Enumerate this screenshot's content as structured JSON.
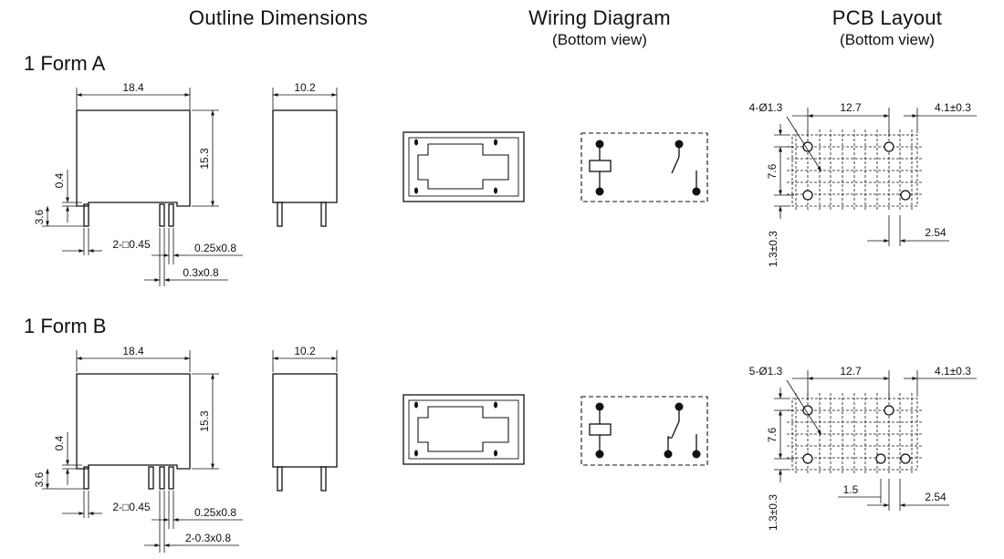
{
  "headers": {
    "outline": "Outline Dimensions",
    "wiring": "Wiring Diagram",
    "wiring_sub": "(Bottom view)",
    "pcb": "PCB Layout",
    "pcb_sub": "(Bottom view)"
  },
  "form_a": {
    "label": "1 Form A",
    "outline": {
      "width": "18.4",
      "height": "15.3",
      "depth": "10.2",
      "step": "0.4",
      "pin_len": "3.6",
      "coil_pin": "2-□0.45",
      "contact_pin1": "0.25x0.8",
      "contact_pin2": "0.3x0.8"
    },
    "pcb": {
      "holes": "4-Ø1.3",
      "pitch_x": "12.7",
      "offset_x": "4.1±0.3",
      "pitch_y": "7.6",
      "edge": "1.3±0.3",
      "grid": "2.54"
    }
  },
  "form_b": {
    "label": "1 Form B",
    "outline": {
      "width": "18.4",
      "height": "15.3",
      "depth": "10.2",
      "step": "0.4",
      "pin_len": "3.6",
      "coil_pin": "2-□0.45",
      "contact_pin1": "0.25x0.8",
      "contact_pin2": "2-0.3x0.8"
    },
    "pcb": {
      "holes": "5-Ø1.3",
      "pitch_x": "12.7",
      "offset_x": "4.1±0.3",
      "pitch_y": "7.6",
      "edge": "1.3±0.3",
      "grid": "2.54",
      "pin_gap": "1.5"
    }
  }
}
